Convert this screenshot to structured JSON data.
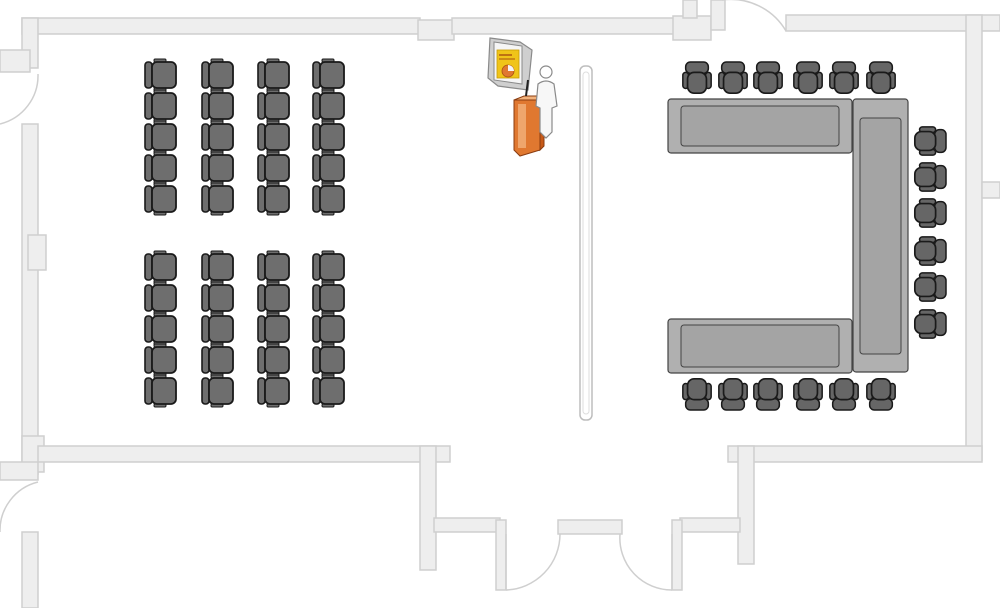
{
  "floorplan": {
    "colors": {
      "wall_fill": "#eeeeee",
      "wall_stroke": "#cfcfcf",
      "chair_fill": "#6e6e6e",
      "chair_stroke": "#1a1a1a",
      "table_fill": "#b0b0b0",
      "table_inner": "#a4a4a4",
      "table_stroke": "#444444",
      "podium_orange": "#e07830",
      "podium_light": "#f2b27c",
      "screen_yellow": "#f0c419",
      "divider_stroke": "#bdbdbd"
    },
    "theater_section": {
      "blocks": 2,
      "columns_per_block": 4,
      "rows_per_block": 5,
      "chair_icon": "theater-chair-icon"
    },
    "boardroom_section": {
      "layout": "u-shape",
      "top_row_chairs": 6,
      "bottom_row_chairs": 6,
      "right_column_chairs": 6,
      "chair_icon": "office-chair-icon"
    },
    "presenter": {
      "icons": [
        "presentation-easel-icon",
        "podium-icon",
        "speaker-figure-icon"
      ]
    },
    "doors": {
      "entrance": "double-door",
      "side": "single-door"
    }
  }
}
